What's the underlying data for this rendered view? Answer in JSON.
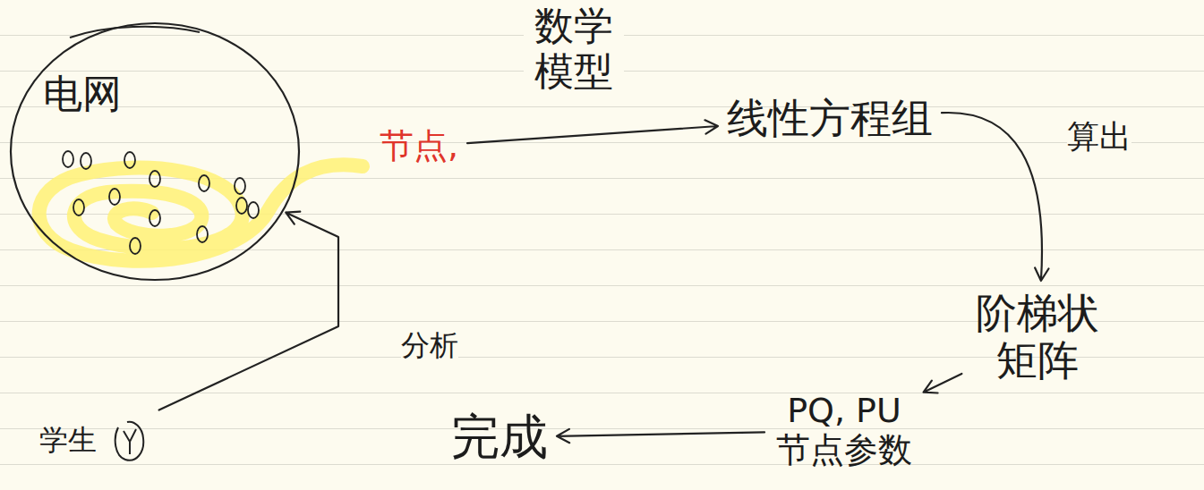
{
  "diagram": {
    "nodes": [
      {
        "text": [
          "电网"
        ]
      },
      {
        "text": [
          "节点,"
        ]
      },
      {
        "text": [
          "线性方程组"
        ]
      },
      {
        "text": [
          "阶梯状 矩阵"
        ]
      },
      {
        "text": [
          "PQ, PU 节点参数"
        ]
      },
      {
        "text": [
          "完成"
        ]
      },
      {
        "text": [
          "学生"
        ]
      }
    ],
    "edges": [
      {
        "from": 1,
        "to": 2,
        "arrow": "to",
        "label": "数学 模型"
      },
      {
        "from": 2,
        "to": 3,
        "arrow": "to",
        "label": "算出"
      },
      {
        "from": 3,
        "to": 4,
        "arrow": "to"
      },
      {
        "from": 4,
        "to": 5,
        "arrow": "to"
      },
      {
        "from": 6,
        "to": 0,
        "arrow": "to",
        "label": "分析"
      }
    ]
  }
}
